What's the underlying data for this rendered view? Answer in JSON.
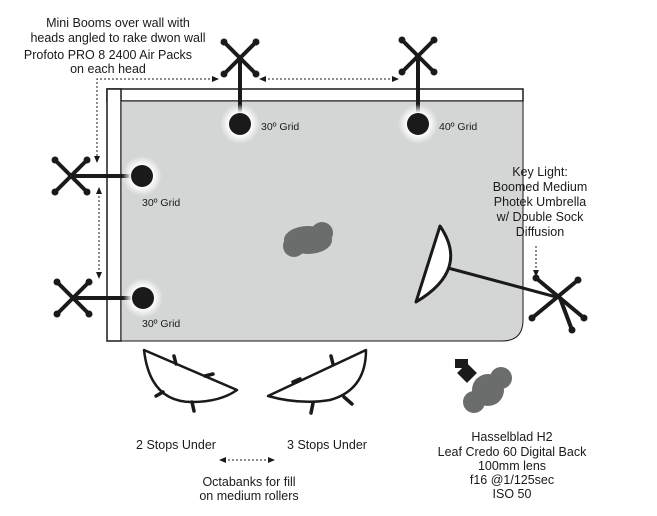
{
  "notes": {
    "booms_line1": "Mini Booms over wall with",
    "booms_line2": "heads angled to rake dwon wall",
    "booms_line3": "Profoto PRO 8 2400 Air Packs",
    "booms_line4": "on each head",
    "key_line1": "Key Light:",
    "key_line2": "Boomed Medium",
    "key_line3": "Photek Umbrella",
    "key_line4": "w/ Double Sock",
    "key_line5": "Diffusion",
    "octa_left": "2 Stops Under",
    "octa_right": "3 Stops Under",
    "octa_line1": "Octabanks for fill",
    "octa_line2": "on medium rollers",
    "cam_line1": "Hasselblad H2",
    "cam_line2": "Leaf Credo 60 Digital Back",
    "cam_line3": "100mm lens",
    "cam_line4": "f16 @1/125sec",
    "cam_line5": "ISO 50"
  },
  "grids": {
    "top_left": "30º Grid",
    "top_right": "40º Grid",
    "side_upper": "30º Grid",
    "side_lower": "30º Grid"
  },
  "colors": {
    "set_fill": "#d4d6d6",
    "subject": "#6b6d6d",
    "ink": "#1a1a1a"
  },
  "icons": [
    "light-stand-icon",
    "grid-spot-icon",
    "umbrella-icon",
    "octabank-icon",
    "camera-icon",
    "subject-icon"
  ]
}
